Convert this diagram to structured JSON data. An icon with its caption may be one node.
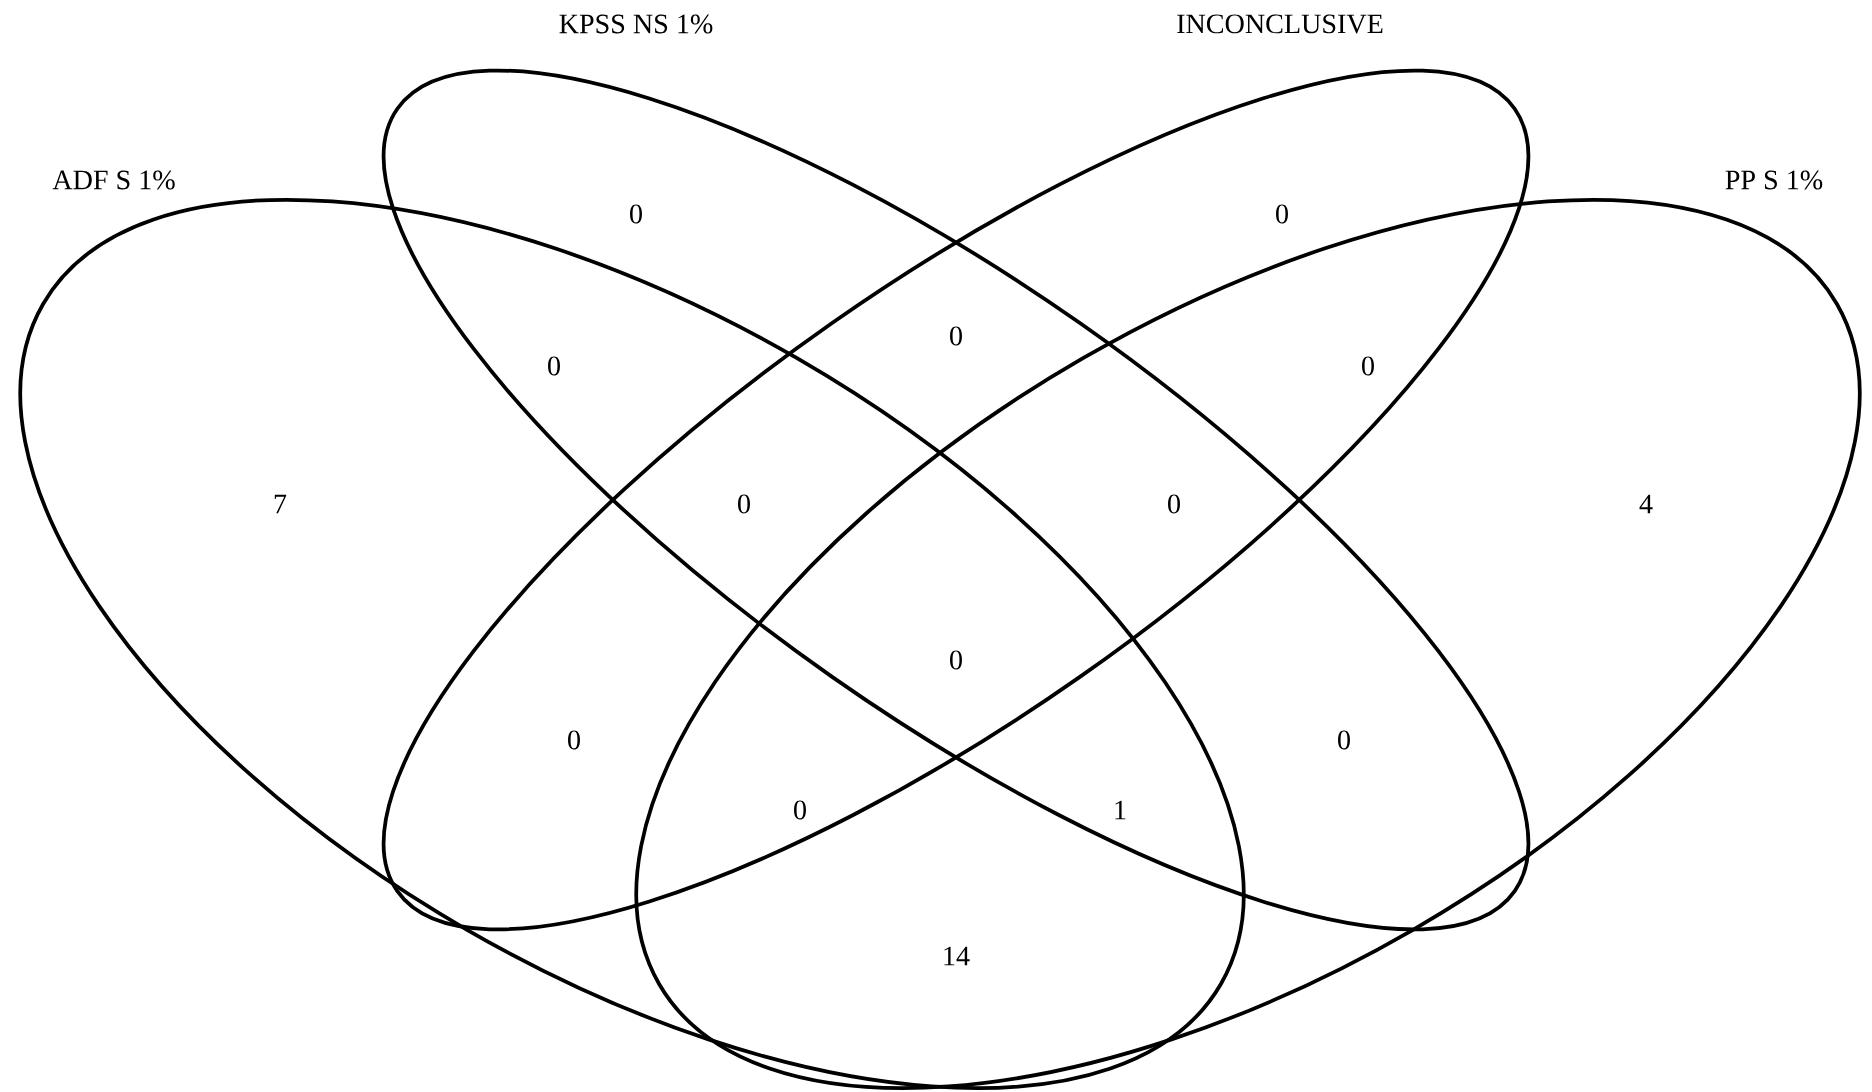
{
  "diagram": {
    "nodes": [
      {
        "text": [
          "ADF S 1%"
        ]
      },
      {
        "text": [
          "KPSS NS 1%"
        ]
      },
      {
        "text": [
          "INCONCLUSIVE"
        ]
      },
      {
        "text": [
          "PP S 1%"
        ]
      }
    ],
    "labels": [
      "0",
      "0",
      "0",
      "0",
      "0",
      "7",
      "0",
      "0",
      "4",
      "0",
      "0",
      "0",
      "0",
      "1",
      "14"
    ]
  }
}
